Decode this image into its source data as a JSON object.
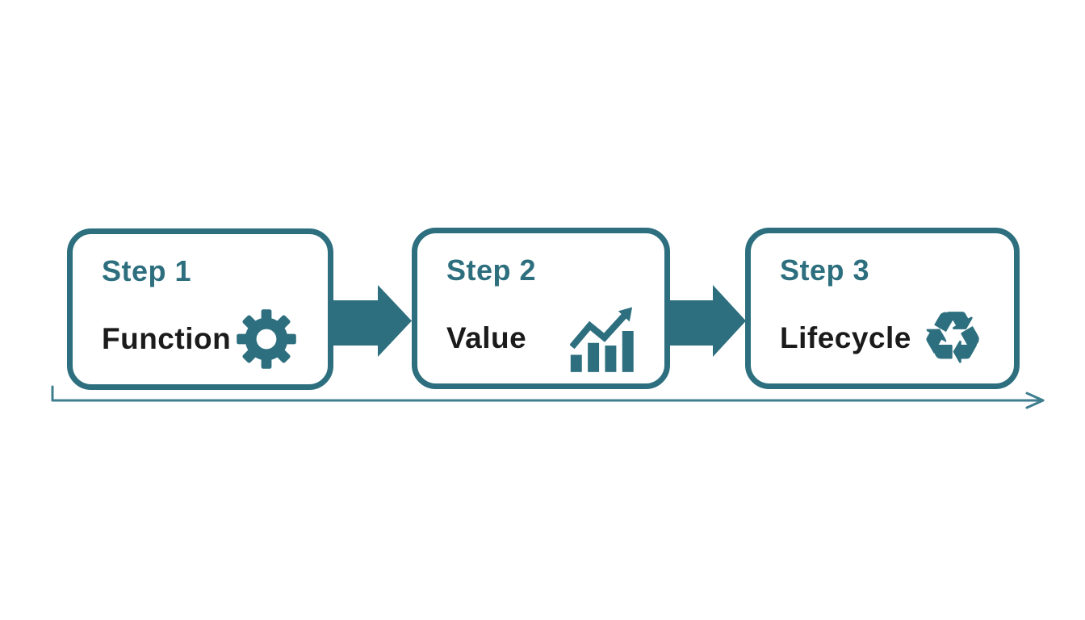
{
  "diagram": {
    "type": "process-flow",
    "direction": "left-to-right",
    "step_count": 3
  },
  "colors": {
    "teal_accent": "#2D6F7E",
    "timeline_line": "#3E7E8E",
    "title_text": "#1B1B1B",
    "background": "#ffffff"
  },
  "steps": [
    {
      "step_label": "Step 1",
      "title": "Function",
      "icon": "gear-icon"
    },
    {
      "step_label": "Step 2",
      "title": "Value",
      "icon": "bar-chart-growth-icon"
    },
    {
      "step_label": "Step 3",
      "title": "Lifecycle",
      "icon": "recycle-icon"
    }
  ],
  "connectors": [
    {
      "type": "block-arrow",
      "from": "Step 1",
      "to": "Step 2"
    },
    {
      "type": "block-arrow",
      "from": "Step 2",
      "to": "Step 3"
    }
  ],
  "timeline": {
    "style": "thin-arrow",
    "direction": "left-to-right"
  },
  "glyphs": {
    "recycle": "♻"
  }
}
